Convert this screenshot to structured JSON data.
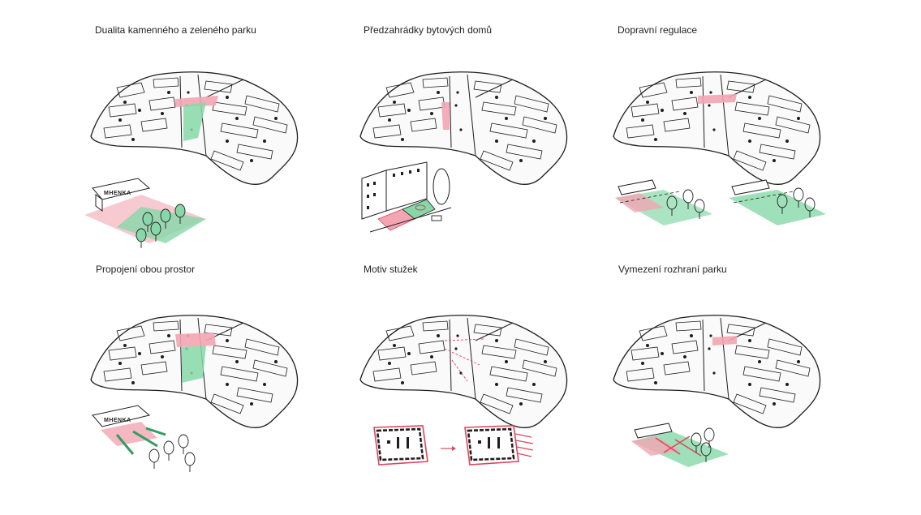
{
  "panels": [
    {
      "title": "Dualita kamenného a zeleného parku",
      "sign": "MHENKA"
    },
    {
      "title": "Předzahrádky bytových domů"
    },
    {
      "title": "Dopravní regulace"
    },
    {
      "title": "Propojení obou prostor",
      "sign": "MHENKA"
    },
    {
      "title": "Motiv stužek"
    },
    {
      "title": "Vymezení rozhraní parku"
    }
  ],
  "colors": {
    "pink": "#f2a5b3",
    "red": "#e0455f",
    "green": "#86d8a8",
    "ink": "#1e1e1e"
  }
}
